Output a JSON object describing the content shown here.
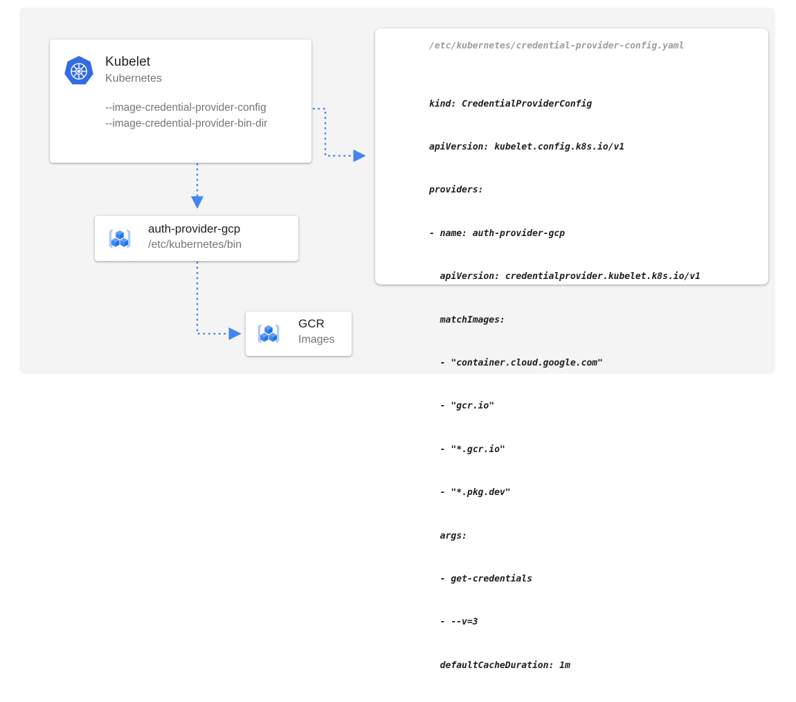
{
  "diagram": {
    "title": "Kubelet credential provider flow",
    "canvas_bg": "#f4f4f4",
    "accent_color": "#4285f4"
  },
  "kubelet_card": {
    "icon": "kubernetes-logo-icon",
    "title": "Kubelet",
    "subtitle": "Kubernetes",
    "flags": [
      "--image-credential-provider-config",
      "--image-credential-provider-bin-dir"
    ]
  },
  "provider_card": {
    "icon": "container-registry-icon",
    "title": "auth-provider-gcp",
    "subtitle": "/etc/kubernetes/bin"
  },
  "gcr_card": {
    "icon": "container-registry-icon",
    "title": "GCR",
    "subtitle": "Images"
  },
  "yaml_panel": {
    "filename": "/etc/kubernetes/credential-provider-config.yaml",
    "lines": [
      "kind: CredentialProviderConfig",
      "apiVersion: kubelet.config.k8s.io/v1",
      "providers:",
      "- name: auth-provider-gcp",
      "  apiVersion: credentialprovider.kubelet.k8s.io/v1",
      "  matchImages:",
      "  - \"container.cloud.google.com\"",
      "  - \"gcr.io\"",
      "  - \"*.gcr.io\"",
      "  - \"*.pkg.dev\"",
      "  args:",
      "  - get-credentials",
      "  - --v=3",
      "  defaultCacheDuration: 1m"
    ]
  },
  "connectors": [
    {
      "name": "kubelet-to-yaml-config",
      "from": "kubelet_card",
      "to": "yaml_panel",
      "style": "dotted-arrow"
    },
    {
      "name": "kubelet-to-auth-provider",
      "from": "kubelet_card",
      "to": "provider_card",
      "style": "dotted-arrow"
    },
    {
      "name": "auth-provider-to-gcr",
      "from": "provider_card",
      "to": "gcr_card",
      "style": "dotted-arrow"
    }
  ]
}
